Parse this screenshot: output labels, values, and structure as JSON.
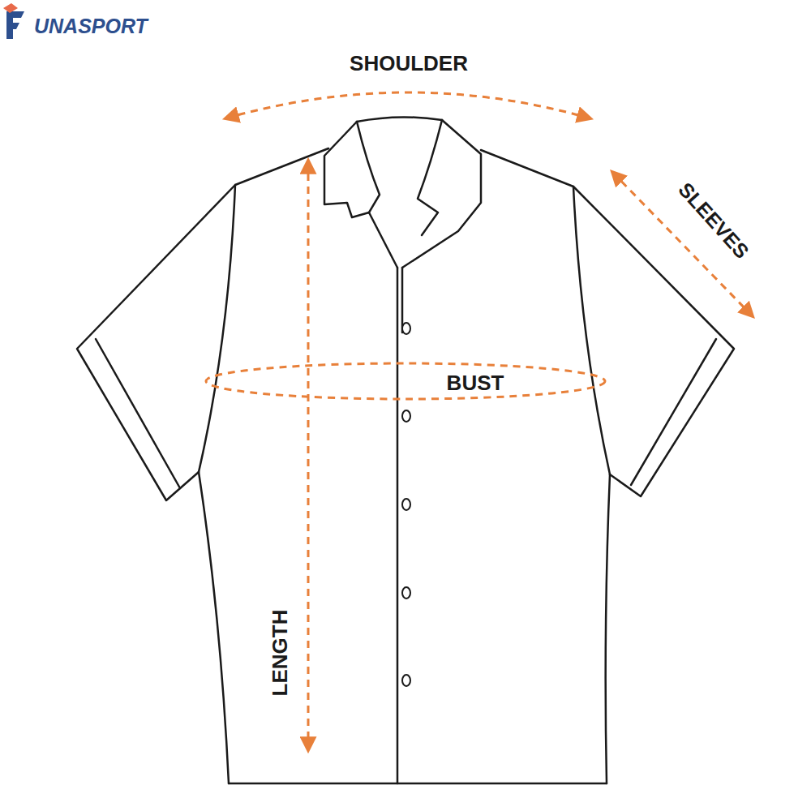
{
  "diagram": {
    "labels": [
      "UNASPORT",
      "SHOULDER",
      "SLEEVES",
      "BUST",
      "LENGTH"
    ]
  }
}
